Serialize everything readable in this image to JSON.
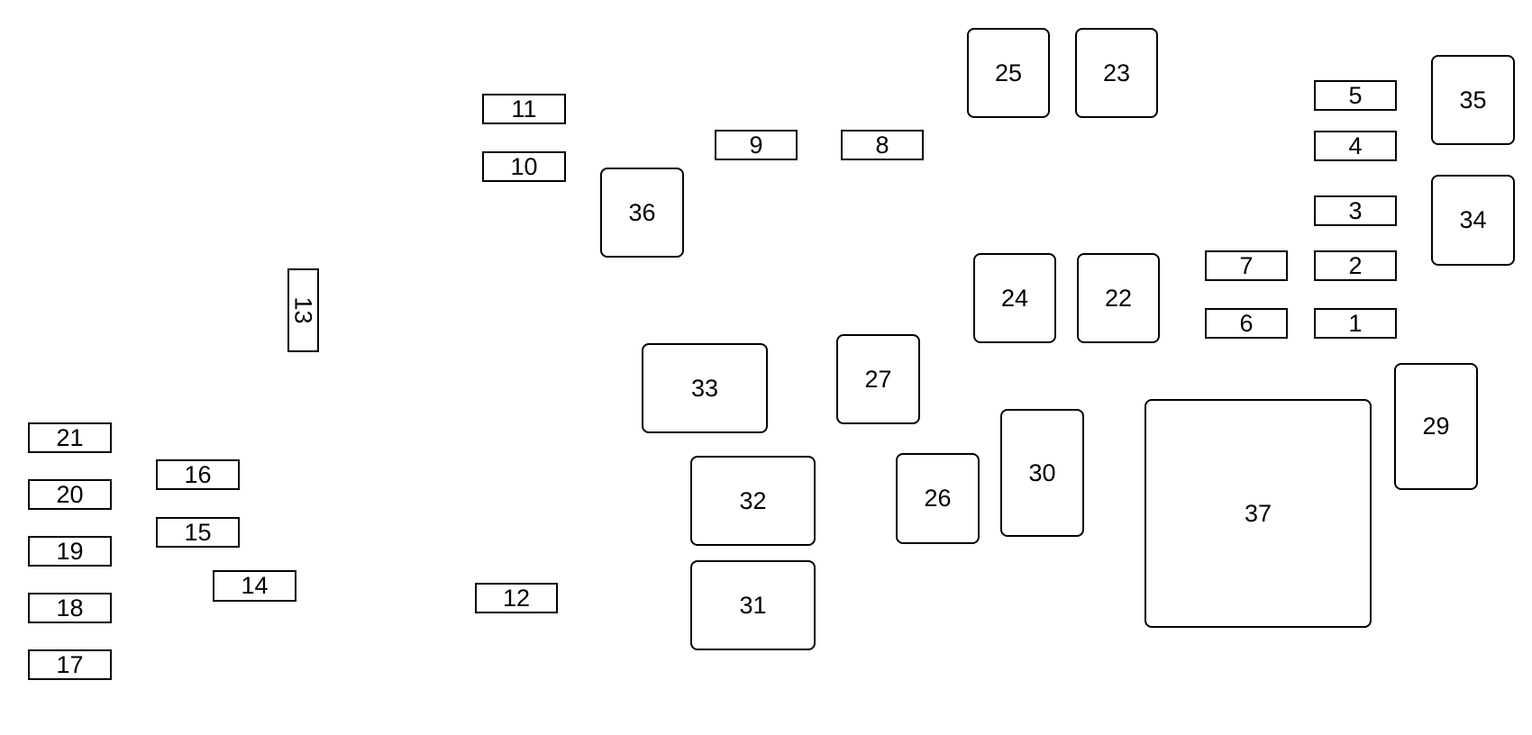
{
  "fuses": {
    "f1": "1",
    "f2": "2",
    "f3": "3",
    "f4": "4",
    "f5": "5",
    "f6": "6",
    "f7": "7",
    "f8": "8",
    "f9": "9",
    "f10": "10",
    "f11": "11",
    "f12": "12",
    "f13": "13",
    "f14": "14",
    "f15": "15",
    "f16": "16",
    "f17": "17",
    "f18": "18",
    "f19": "19",
    "f20": "20",
    "f21": "21"
  },
  "relays": {
    "r22": "22",
    "r23": "23",
    "r24": "24",
    "r25": "25",
    "r26": "26",
    "r27": "27",
    "r29": "29",
    "r30": "30",
    "r31": "31",
    "r32": "32",
    "r33": "33",
    "r34": "34",
    "r35": "35",
    "r36": "36",
    "r37": "37"
  },
  "colors": {
    "outline": "#000000",
    "background": "#ffffff"
  }
}
